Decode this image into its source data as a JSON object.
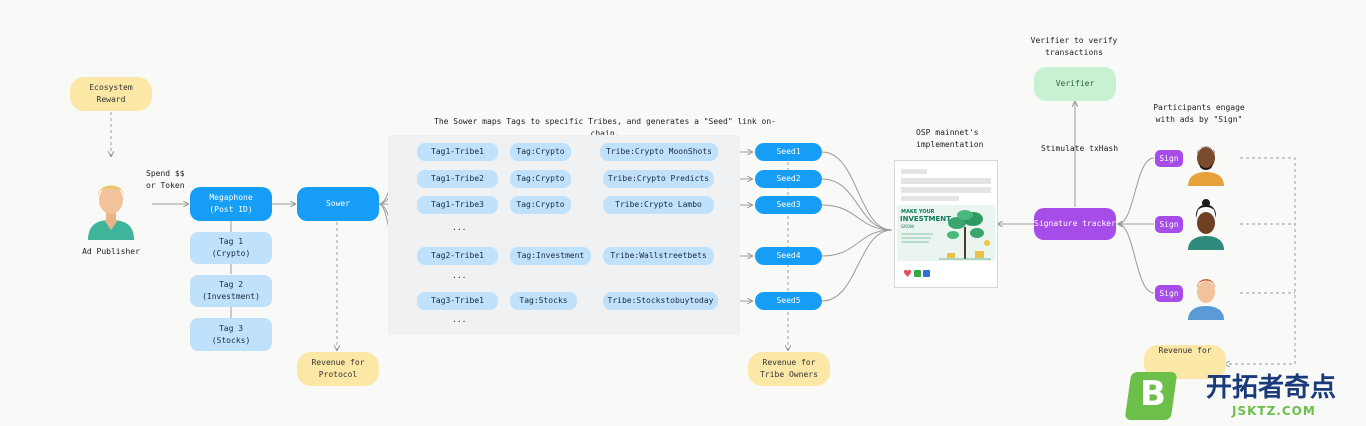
{
  "ecosystem_reward": "Ecosystem\nReward",
  "ad_publisher": "Ad Publisher",
  "spend": "Spend $$\nor Token",
  "megaphone": "Megaphone\n(Post ID)",
  "tags": [
    "Tag 1\n(Crypto)",
    "Tag 2\n(Investment)",
    "Tag 3\n(Stocks)"
  ],
  "sower": "Sower",
  "revenue_protocol": "Revenue for\nProtocol",
  "sower_caption": "The Sower maps Tags to specific Tribes, and generates a \"Seed\" link on-chain.",
  "rows": [
    {
      "tag_tribe": "Tag1-Tribe1",
      "tag": "Tag:Crypto",
      "tribe": "Tribe:Crypto MoonShots",
      "seed": "Seed1"
    },
    {
      "tag_tribe": "Tag1-Tribe2",
      "tag": "Tag:Crypto",
      "tribe": "Tribe:Crypto Predicts",
      "seed": "Seed2"
    },
    {
      "tag_tribe": "Tag1-Tribe3",
      "tag": "Tag:Crypto",
      "tribe": "Tribe:Crypto Lambo",
      "seed": "Seed3"
    },
    {
      "tag_tribe": "Tag2-Tribe1",
      "tag": "Tag:Investment",
      "tribe": "Tribe:Wallstreetbets",
      "seed": "Seed4"
    },
    {
      "tag_tribe": "Tag3-Tribe1",
      "tag": "Tag:Stocks",
      "tribe": "Tribe:Stockstobuytoday",
      "seed": "Seed5"
    }
  ],
  "ellipsis": "...",
  "revenue_tribe_owners": "Revenue for\nTribe Owners",
  "osp_caption": "OSP mainnet's\nimplementation",
  "osp_card": {
    "headline_small": "MAKE YOUR",
    "headline_big": "INVESTMENT",
    "headline_sub": "GROW"
  },
  "verifier_caption": "Verifier to verify\ntransactions",
  "verifier": "Verifier",
  "stimulate": "Stimulate txHash",
  "signature_tracker": "Signature tracker",
  "participants_caption": "Participants engage\nwith ads by \"Sign\"",
  "sign_label": "Sign",
  "revenue_participants": "Revenue for",
  "watermark": {
    "cn": "开拓者奇点",
    "domain": "JSKTZ.COM",
    "letter": "B"
  },
  "colors": {
    "blue": "#169df5",
    "light_blue": "#bfe1fb",
    "yellow": "#fbe8a6",
    "green": "#c6f2d3",
    "purple": "#a64ce8"
  }
}
